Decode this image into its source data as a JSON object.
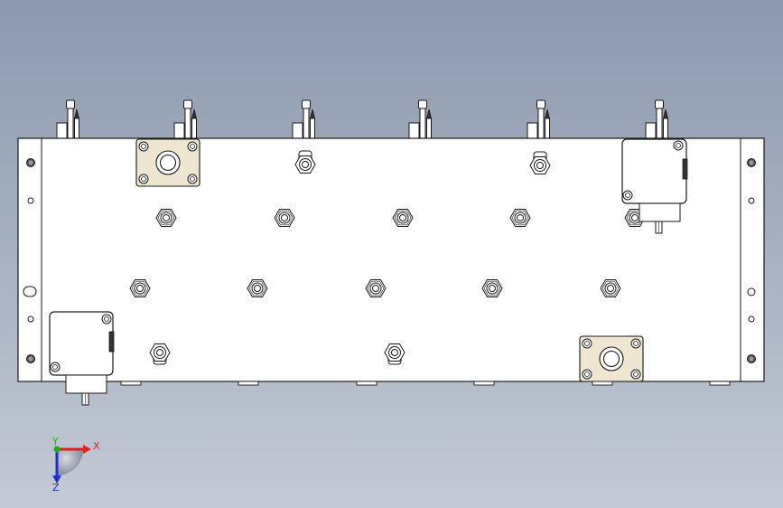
{
  "viewport": {
    "background_top": "#8d9aae",
    "background_bottom": "#c4cad5"
  },
  "triad": {
    "x_label": "X",
    "y_label": "Y",
    "z_label": "Z",
    "x_color": "#e02020",
    "y_color": "#20b020",
    "z_color": "#2030d0"
  },
  "part": {
    "plate_color": "#ffffff",
    "edge_color": "#1a1a1a",
    "block_color": "#efe6d2"
  }
}
